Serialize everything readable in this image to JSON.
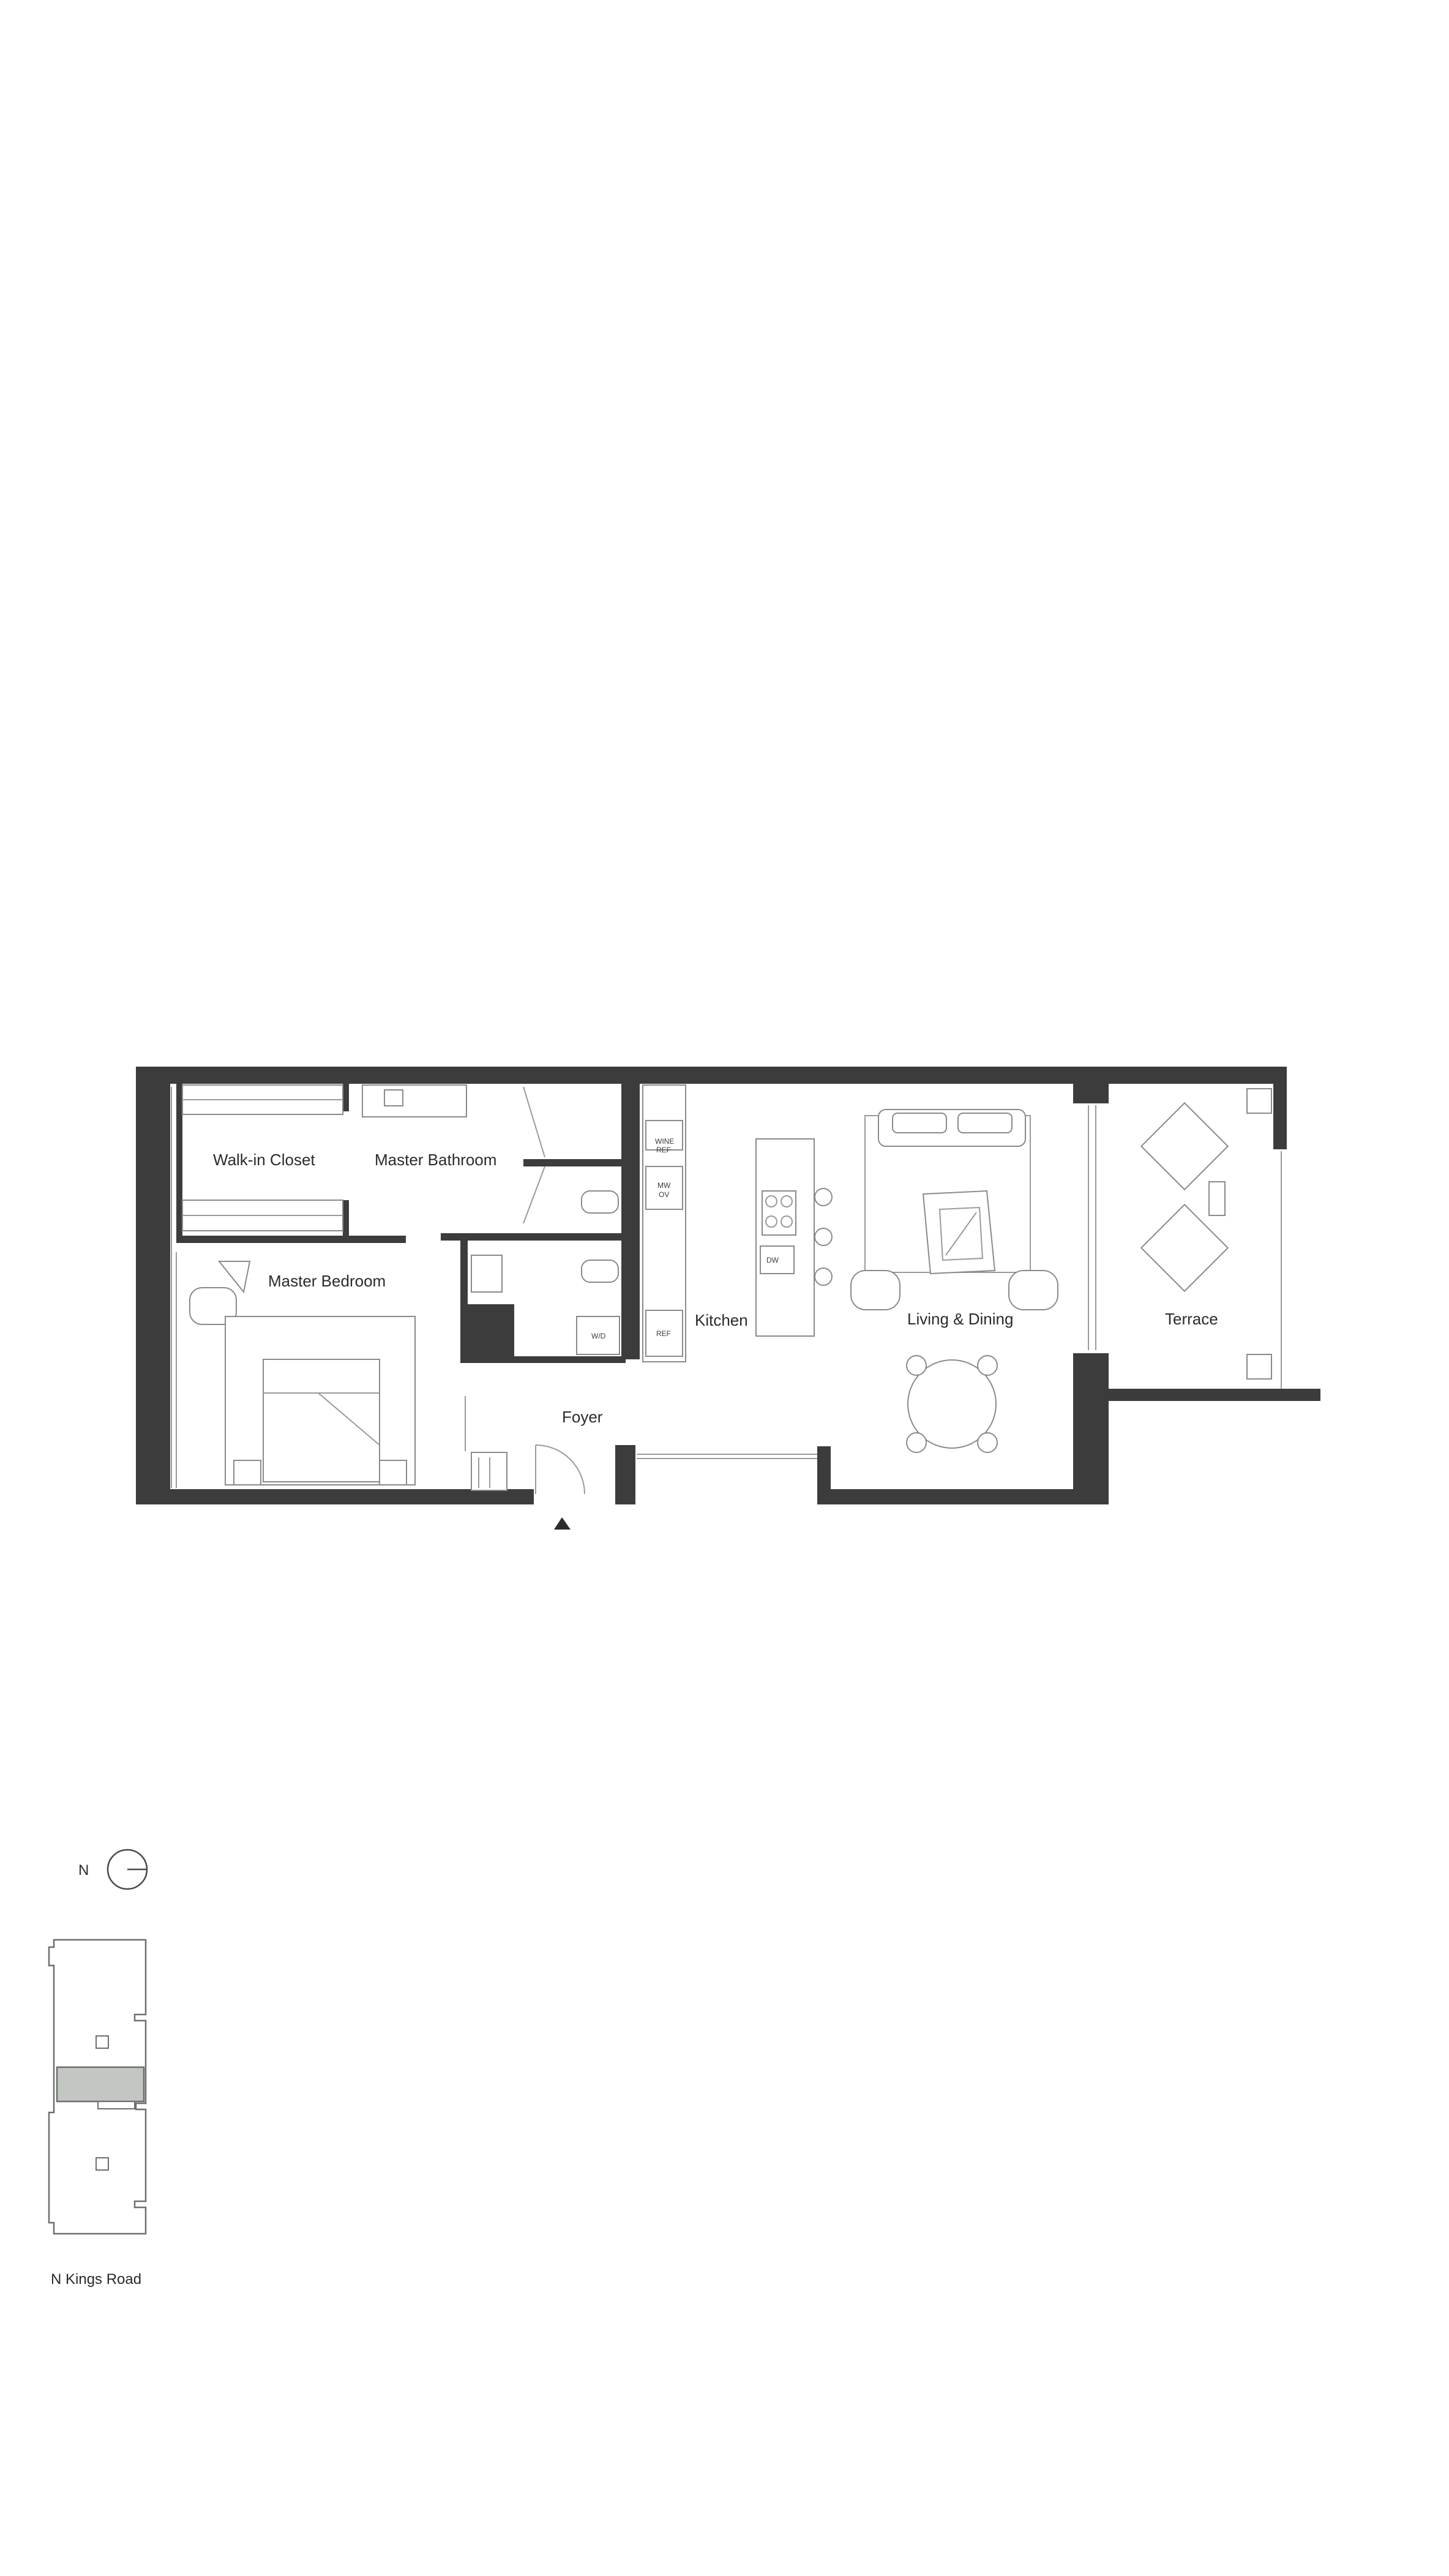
{
  "rooms": {
    "walk_in_closet": "Walk-in Closet",
    "master_bathroom": "Master Bathroom",
    "master_bedroom": "Master Bedroom",
    "kitchen": "Kitchen",
    "living_dining": "Living & Dining",
    "terrace": "Terrace",
    "foyer": "Foyer"
  },
  "appliances": {
    "wine_ref_line1": "WINE",
    "wine_ref_line2": "REF",
    "mw_line1": "MW",
    "mw_line2": "OV",
    "dw": "DW",
    "wd": "W/D",
    "ref": "REF"
  },
  "compass": {
    "label": "N"
  },
  "key_plan": {
    "street_label": "N Kings Road",
    "highlight_color": "#c2c7c2"
  },
  "colors": {
    "wall": "#3c3c3c",
    "line": "#9a9a9a"
  }
}
